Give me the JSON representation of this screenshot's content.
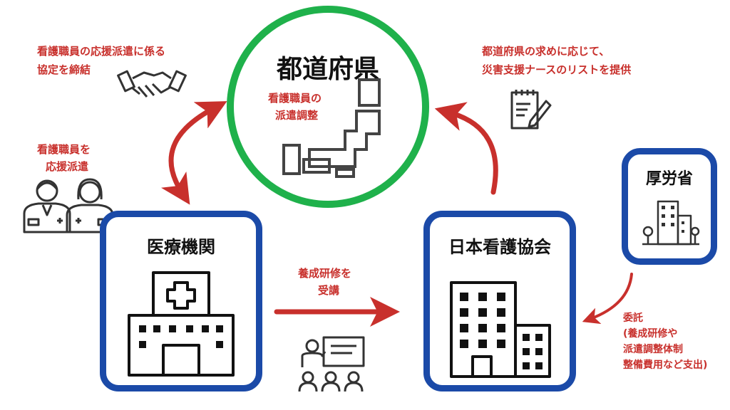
{
  "center": {
    "title": "都道府県",
    "sub_line1": "看護職員の",
    "sub_line2": "派遣調整"
  },
  "nodes": {
    "hospital": "医療機関",
    "jna": "日本看護協会",
    "mhlw": "厚労省"
  },
  "labels": {
    "agreement_line1": "看護職員の応援派遣に係る",
    "agreement_line2": "協定を締結",
    "dispatch_line1": "看護職員を",
    "dispatch_line2": "応援派遣",
    "list_line1": "都道府県の求めに応じて、",
    "list_line2": "災害支援ナースのリストを提供",
    "training_line1": "養成研修を",
    "training_line2": "受講",
    "commission_line1": "委託",
    "commission_line2": "(養成研修や",
    "commission_line3": "派遣調整体制",
    "commission_line4": "整備費用など支出)"
  },
  "icons": {
    "agreement": "handshake-icon",
    "list": "checklist-pen-icon",
    "staff": "medical-staff-icon",
    "training": "training-session-icon",
    "map": "japan-map-icon",
    "hospital": "hospital-building-icon",
    "jna": "office-building-icon",
    "mhlw": "government-building-icon"
  },
  "colors": {
    "arrow": "#c8302c",
    "circle": "#1fb14b",
    "box": "#1b4aa8",
    "label": "#c8302c"
  }
}
